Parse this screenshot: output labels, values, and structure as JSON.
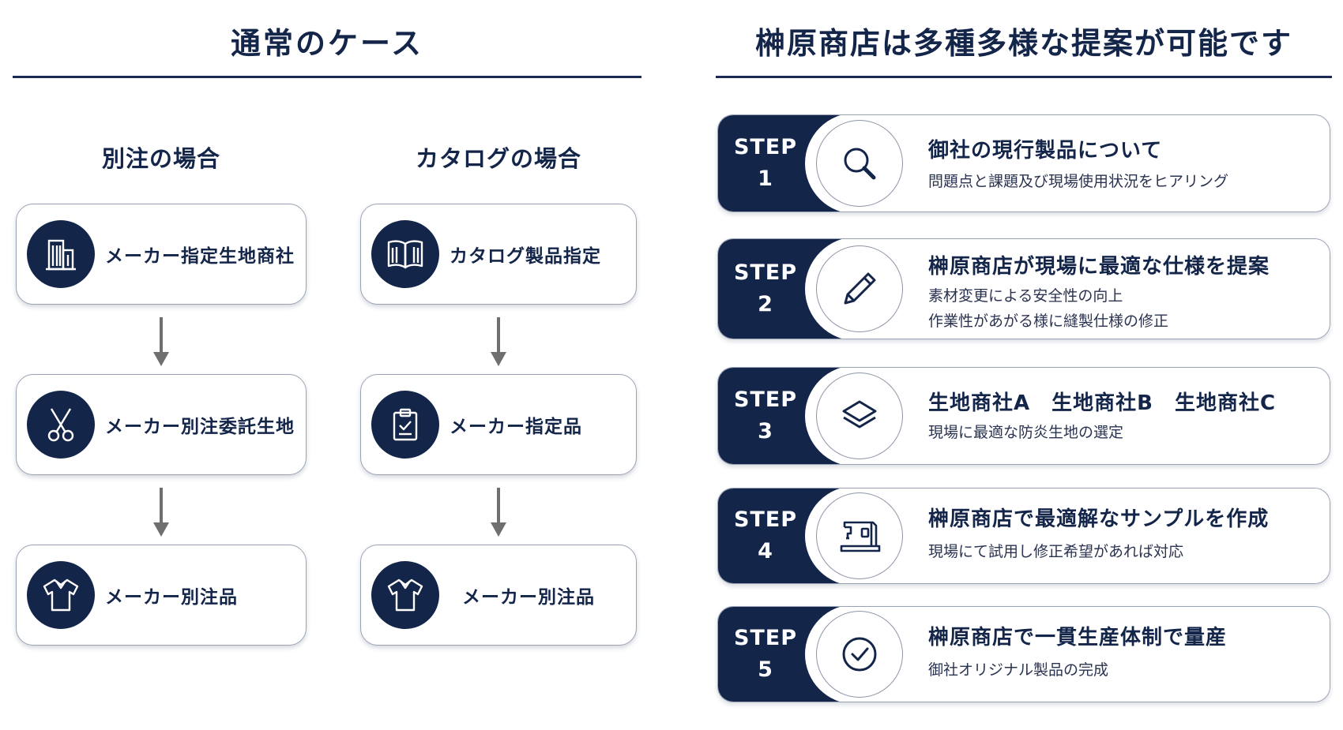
{
  "left": {
    "heading": "通常のケース",
    "columns": [
      {
        "title": "別注の場合",
        "items": [
          {
            "label": "メーカー指定生地商社",
            "icon": "building-icon"
          },
          {
            "label": "メーカー別注委託生地",
            "icon": "scissors-icon"
          },
          {
            "label": "メーカー別注品",
            "icon": "tshirt-icon"
          }
        ]
      },
      {
        "title": "カタログの場合",
        "items": [
          {
            "label": "カタログ製品指定",
            "icon": "open-book-icon"
          },
          {
            "label": "メーカー指定品",
            "icon": "clipboard-check-icon"
          },
          {
            "label": "メーカー別注品",
            "icon": "tshirt-icon"
          }
        ]
      }
    ]
  },
  "right": {
    "heading": "榊原商店は多種多様な提案が可能です",
    "steps": [
      {
        "step": "STEP",
        "num": "1",
        "icon": "magnifier-icon",
        "title": "御社の現行製品について",
        "desc": [
          "問題点と課題及び現場使用状況をヒアリング"
        ]
      },
      {
        "step": "STEP",
        "num": "2",
        "icon": "pencil-icon",
        "title": "榊原商店が現場に最適な仕様を提案",
        "desc": [
          "素材変更による安全性の向上",
          "作業性があがる様に縫製仕様の修正"
        ]
      },
      {
        "step": "STEP",
        "num": "3",
        "icon": "layers-icon",
        "title": "生地商社A　生地商社B　生地商社C",
        "desc": [
          "現場に最適な防炎生地の選定"
        ]
      },
      {
        "step": "STEP",
        "num": "4",
        "icon": "sewing-machine-icon",
        "title": "榊原商店で最適解なサンプルを作成",
        "desc": [
          "現場にて試用し修正希望があれば対応"
        ]
      },
      {
        "step": "STEP",
        "num": "5",
        "icon": "check-circle-icon",
        "title": "榊原商店で一貫生産体制で量産",
        "desc": [
          "御社オリジナル製品の完成"
        ]
      }
    ]
  },
  "colors": {
    "navy": "#14254a",
    "border": "#9aa3b6",
    "arrow": "#6f6f6f"
  }
}
